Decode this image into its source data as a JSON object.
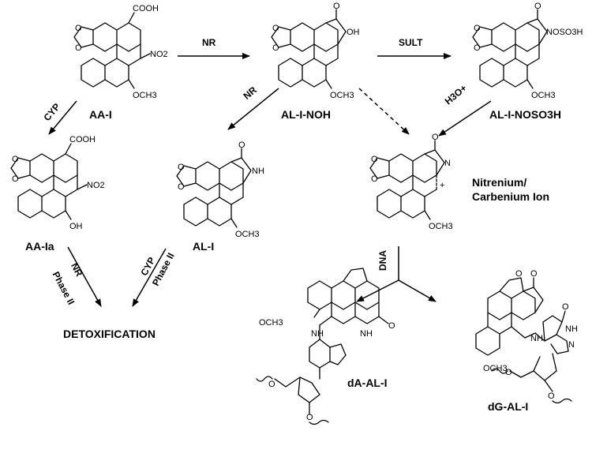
{
  "compounds": {
    "aa_i": "AA-I",
    "al_i_noh": "AL-I-NOH",
    "al_i_noso3h": "AL-I-NOSO3H",
    "aa_ia": "AA-Ia",
    "al_i": "AL-I",
    "nitrenium_line1": "Nitrenium/",
    "nitrenium_line2": "Carbenium Ion",
    "da_al_i": "dA-AL-I",
    "dg_al_i": "dG-AL-I"
  },
  "outcome": "DETOXIFICATION",
  "enzymes": {
    "nr_top": "NR",
    "sult": "SULT",
    "cyp_left": "CYP",
    "nr_mid": "NR",
    "h3o": "H3O+",
    "nr_bottom": "NR",
    "phase2_left": "Phase II",
    "cyp_bottom": "CYP",
    "phase2_right": "Phase II",
    "dna": "DNA"
  },
  "groups": {
    "cooh": "COOH",
    "no2": "NO2",
    "och3": "OCH3",
    "oh": "OH",
    "noh": "OH",
    "noso3h": "NOSO3H",
    "nh": "NH",
    "n": "N",
    "o": "O",
    "plus": "+"
  }
}
